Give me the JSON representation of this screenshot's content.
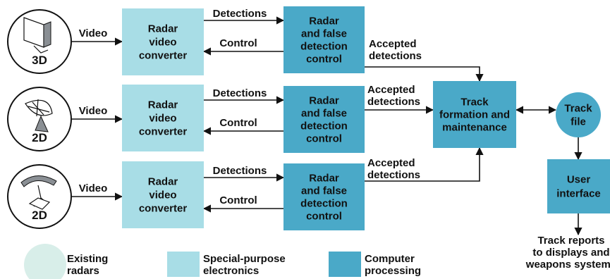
{
  "colors": {
    "existing": "#d8eee9",
    "special": "#a8dde6",
    "computer": "#4aa9c8",
    "line": "#111111"
  },
  "radars": [
    {
      "id": "3d",
      "label": "3D",
      "icon": "radar-3d-icon"
    },
    {
      "id": "2d-a",
      "label": "2D",
      "icon": "radar-dish-icon"
    },
    {
      "id": "2d-b",
      "label": "2D",
      "icon": "radar-antenna-icon"
    }
  ],
  "converter": {
    "lines": [
      "Radar",
      "video",
      "converter"
    ]
  },
  "detection_control": {
    "lines": [
      "Radar",
      "and false",
      "detection",
      "control"
    ]
  },
  "track_formation": {
    "lines": [
      "Track",
      "formation and",
      "maintenance"
    ]
  },
  "track_file": {
    "lines": [
      "Track",
      "file"
    ]
  },
  "user_interface": {
    "lines": [
      "User",
      "interface"
    ]
  },
  "edge_labels": {
    "video": "Video",
    "detections": "Detections",
    "control": "Control",
    "accepted": [
      "Accepted",
      "detections"
    ]
  },
  "output_text": [
    "Track reports",
    "to displays and",
    "weapons systems"
  ],
  "legend": [
    {
      "key": "existing",
      "lines": [
        "Existing",
        "radars"
      ]
    },
    {
      "key": "special",
      "lines": [
        "Special-purpose",
        "electronics"
      ]
    },
    {
      "key": "computer",
      "lines": [
        "Computer",
        "processing"
      ]
    }
  ]
}
